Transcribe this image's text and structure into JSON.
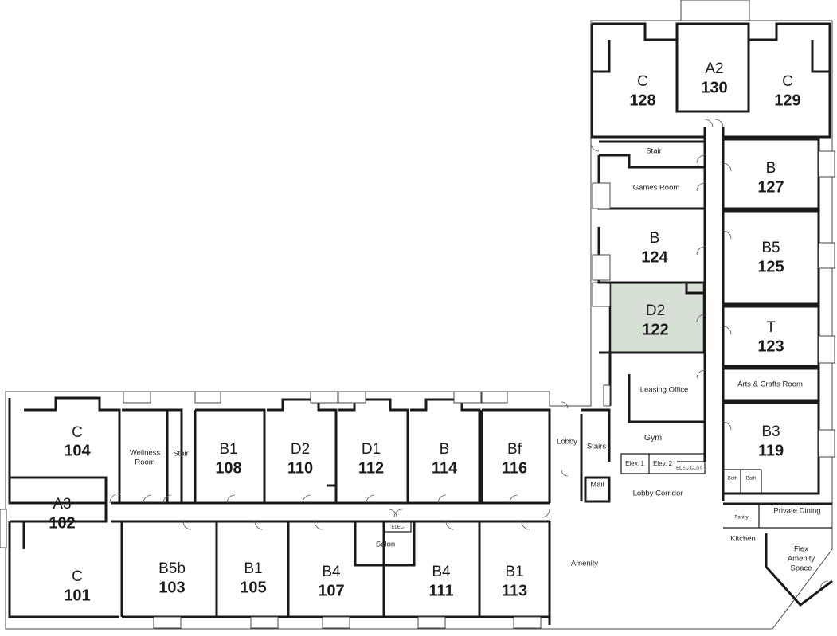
{
  "highlight_color": "#d6e0d4",
  "units": {
    "u101": {
      "type": "C",
      "number": "101"
    },
    "u102": {
      "type": "A3",
      "number": "102"
    },
    "u103": {
      "type": "B5b",
      "number": "103"
    },
    "u104": {
      "type": "C",
      "number": "104"
    },
    "u105": {
      "type": "B1",
      "number": "105"
    },
    "u107": {
      "type": "B4",
      "number": "107"
    },
    "u108": {
      "type": "B1",
      "number": "108"
    },
    "u110": {
      "type": "D2",
      "number": "110"
    },
    "u111": {
      "type": "B4",
      "number": "111"
    },
    "u112": {
      "type": "D1",
      "number": "112"
    },
    "u113": {
      "type": "B1",
      "number": "113"
    },
    "u114": {
      "type": "B",
      "number": "114"
    },
    "u116": {
      "type": "Bf",
      "number": "116"
    },
    "u119": {
      "type": "B3",
      "number": "119"
    },
    "u122": {
      "type": "D2",
      "number": "122"
    },
    "u123": {
      "type": "T",
      "number": "123"
    },
    "u124": {
      "type": "B",
      "number": "124"
    },
    "u125": {
      "type": "B5",
      "number": "125"
    },
    "u127": {
      "type": "B",
      "number": "127"
    },
    "u128": {
      "type": "C",
      "number": "128"
    },
    "u129": {
      "type": "C",
      "number": "129"
    },
    "u130": {
      "type": "A2",
      "number": "130"
    }
  },
  "rooms": {
    "wellness_line1": "Wellness",
    "wellness_line2": "Room",
    "stair_west": "Stair",
    "stair_north": "Stair",
    "games_room": "Games Room",
    "leasing_office": "Leasing Office",
    "gym": "Gym",
    "lobby": "Lobby",
    "stairs": "Stairs",
    "elev1": "Elev. 1",
    "elev2": "Elev. 2",
    "elec_clst": "ELEC.CLST.",
    "mail": "Mail",
    "lobby_corridor": "Lobby Corridor",
    "salon": "Salon",
    "elec": "ELEC.",
    "amenity": "Amenity",
    "arts_crafts": "Arts & Crafts Room",
    "bath1": "Bath",
    "bath2": "Bath",
    "pantry": "Pantry",
    "private_dining": "Private Dining",
    "kitchen": "Kitchen",
    "flex_line1": "Flex",
    "flex_line2": "Amenity",
    "flex_line3": "Space"
  }
}
